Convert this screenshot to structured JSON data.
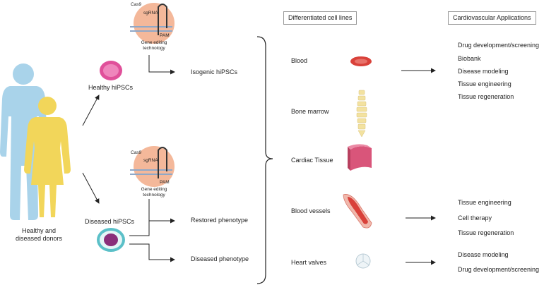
{
  "donors": {
    "label_line1": "Healthy and",
    "label_line2": "diseased donors"
  },
  "healthy": {
    "label": "Healthy hiPSCs"
  },
  "diseased": {
    "label": "Diseased hiPSCs"
  },
  "gene_editing": {
    "cas9": "Cas9",
    "sgrna": "sgRNA",
    "pam": "PAM",
    "caption_line1": "Gene editing",
    "caption_line2": "technology"
  },
  "isogenic": {
    "label": "Isogenic hiPSCs"
  },
  "restored": {
    "label": "Restored phenotype"
  },
  "diseased_phenotype": {
    "label": "Diseased phenotype"
  },
  "headers": {
    "cell_lines": "Differentiated cell lines",
    "applications": "Cardiovascular Applications"
  },
  "cell_lines": [
    "Blood",
    "Bone marrow",
    "Cardiac Tissue",
    "Blood vessels",
    "Heart valves"
  ],
  "applications": {
    "blood": [
      "Drug development/screening",
      "Biobank",
      "Disease modeling",
      "Tissue engineering",
      "Tissue regeneration"
    ],
    "blood_vessels": [
      "Tissue engineering",
      "Cell therapy",
      "Tissue regeneration"
    ],
    "heart_valves": [
      "Disease modeling",
      "Drug development/screening"
    ]
  },
  "colors": {
    "healthy_cell": "#e0509a",
    "diseased_cell_outer": "#5bc0c8",
    "diseased_cell_inner": "#8a2e7a",
    "male_figure": "#a9d3ea",
    "female_figure": "#f2d65a",
    "editing_circle": "#f4b89a",
    "blood_cell": "#d9413a",
    "bone_marrow": "#f3e2a0",
    "cardiac_tissue": "#d9557a",
    "vessel": "#e89a8a"
  }
}
